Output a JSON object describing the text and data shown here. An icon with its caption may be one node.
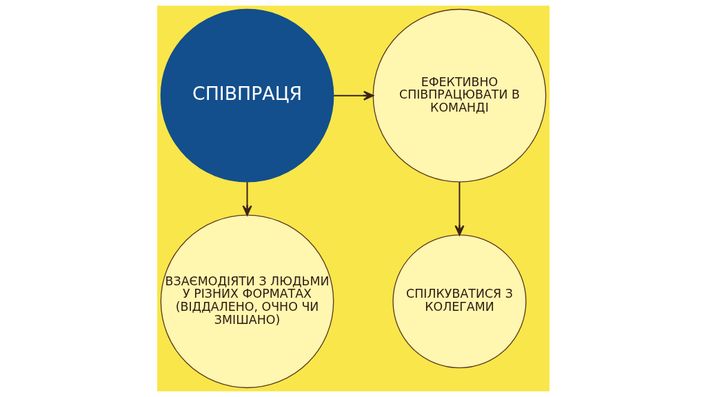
{
  "diagram": {
    "nodes": [
      {
        "text": [
          "СПІВПРАЦЯ"
        ]
      },
      {
        "text": [
          "ЕФЕКТИВНО СПІВПРАЦЮВАТИ В КОМАНДІ"
        ]
      },
      {
        "text": [
          "ВЗАЄМОДІЯТИ З ЛЮДЬМИ У РІЗНИХ ФОРМАТАХ (ВІДДАЛЕНО, ОЧНО ЧИ ЗМІШАНО)"
        ]
      },
      {
        "text": [
          "СПІЛКУВАТИСЯ З КОЛЕГАМИ"
        ]
      }
    ],
    "edges": [
      {
        "from": 0,
        "to": 1,
        "arrow": "to"
      },
      {
        "from": 1,
        "to": 3,
        "arrow": "to"
      },
      {
        "from": 0,
        "to": 2,
        "arrow": "to"
      }
    ]
  }
}
